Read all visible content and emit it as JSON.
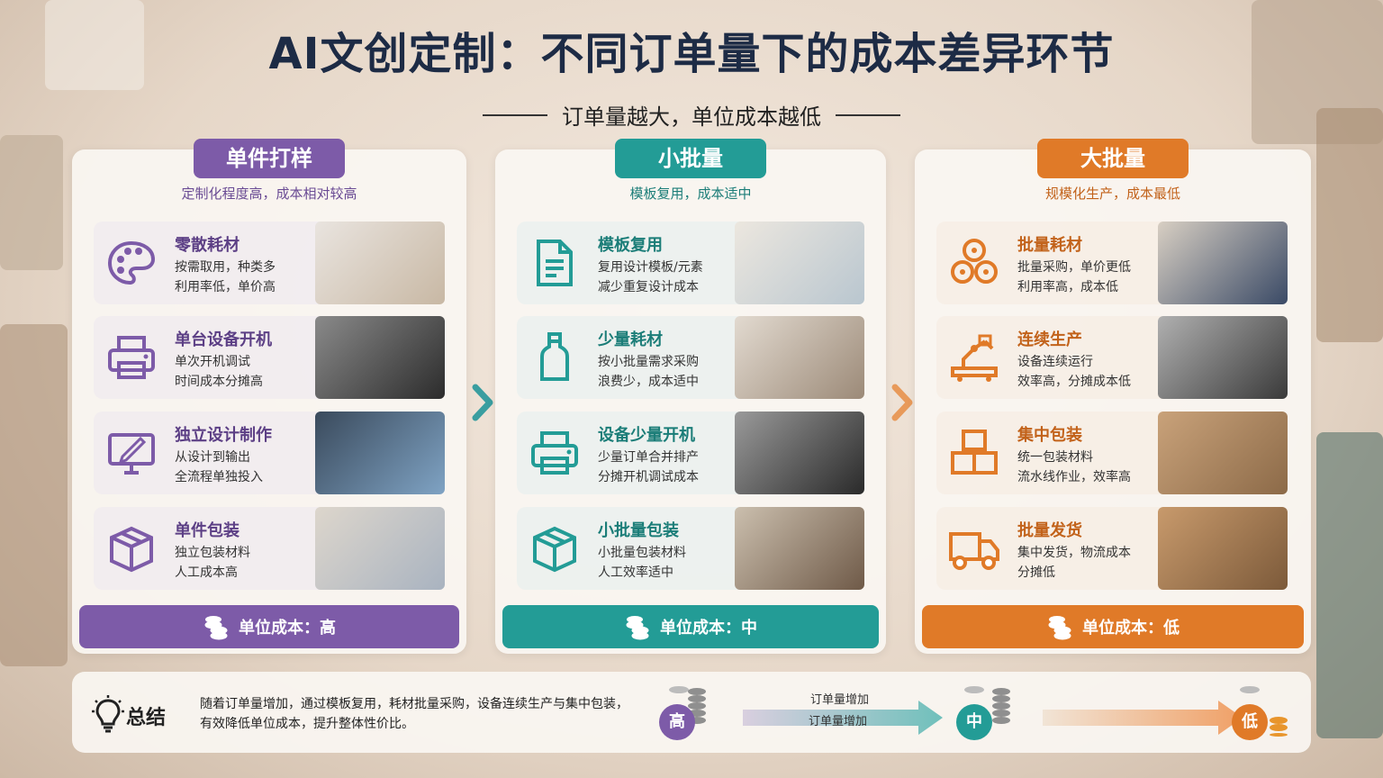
{
  "header": {
    "title": "AI文创定制：不同订单量下的成本差异环节",
    "subtitle": "订单量越大，单位成本越低"
  },
  "colors": {
    "purple": "#7d5ba8",
    "teal": "#239c96",
    "orange": "#e07a28",
    "navy": "#1d2b45"
  },
  "panels": [
    {
      "tag": "单件打样",
      "subtitle": "定制化程度高，成本相对较高",
      "cost": "单位成本：高",
      "items": [
        {
          "name": "零散耗材",
          "desc1": "按需取用，种类多",
          "desc2": "利用率低，单价高",
          "icon": "palette-icon"
        },
        {
          "name": "单台设备开机",
          "desc1": "单次开机调试",
          "desc2": "时间成本分摊高",
          "icon": "printer-icon"
        },
        {
          "name": "独立设计制作",
          "desc1": "从设计到输出",
          "desc2": "全流程单独投入",
          "icon": "monitor-pen-icon"
        },
        {
          "name": "单件包装",
          "desc1": "独立包装材料",
          "desc2": "人工成本高",
          "icon": "box-icon"
        }
      ]
    },
    {
      "tag": "小批量",
      "subtitle": "模板复用，成本适中",
      "cost": "单位成本：中",
      "items": [
        {
          "name": "模板复用",
          "desc1": "复用设计模板/元素",
          "desc2": "减少重复设计成本",
          "icon": "document-icon"
        },
        {
          "name": "少量耗材",
          "desc1": "按小批量需求采购",
          "desc2": "浪费少，成本适中",
          "icon": "bottle-icon"
        },
        {
          "name": "设备少量开机",
          "desc1": "少量订单合并排产",
          "desc2": "分摊开机调试成本",
          "icon": "printer-icon"
        },
        {
          "name": "小批量包装",
          "desc1": "小批量包装材料",
          "desc2": "人工效率适中",
          "icon": "box-icon"
        }
      ]
    },
    {
      "tag": "大批量",
      "subtitle": "规模化生产，成本最低",
      "cost": "单位成本：低",
      "items": [
        {
          "name": "批量耗材",
          "desc1": "批量采购，单价更低",
          "desc2": "利用率高，成本低",
          "icon": "rolls-icon"
        },
        {
          "name": "连续生产",
          "desc1": "设备连续运行",
          "desc2": "效率高，分摊成本低",
          "icon": "robot-arm-icon"
        },
        {
          "name": "集中包装",
          "desc1": "统一包装材料",
          "desc2": "流水线作业，效率高",
          "icon": "boxes-icon"
        },
        {
          "name": "批量发货",
          "desc1": "集中发货，物流成本",
          "desc2": "分摊低",
          "icon": "truck-icon"
        }
      ]
    }
  ],
  "summary": {
    "title": "总结",
    "text1": "随着订单量增加，通过模板复用，耗材批量采购，设备连续生产与集中包装，",
    "text2": "有效降低单位成本，提升整体性价比。",
    "flow_label1": "订单量增加",
    "flow_label2": "订单量增加",
    "level_high": "高",
    "level_mid": "中",
    "level_low": "低"
  }
}
